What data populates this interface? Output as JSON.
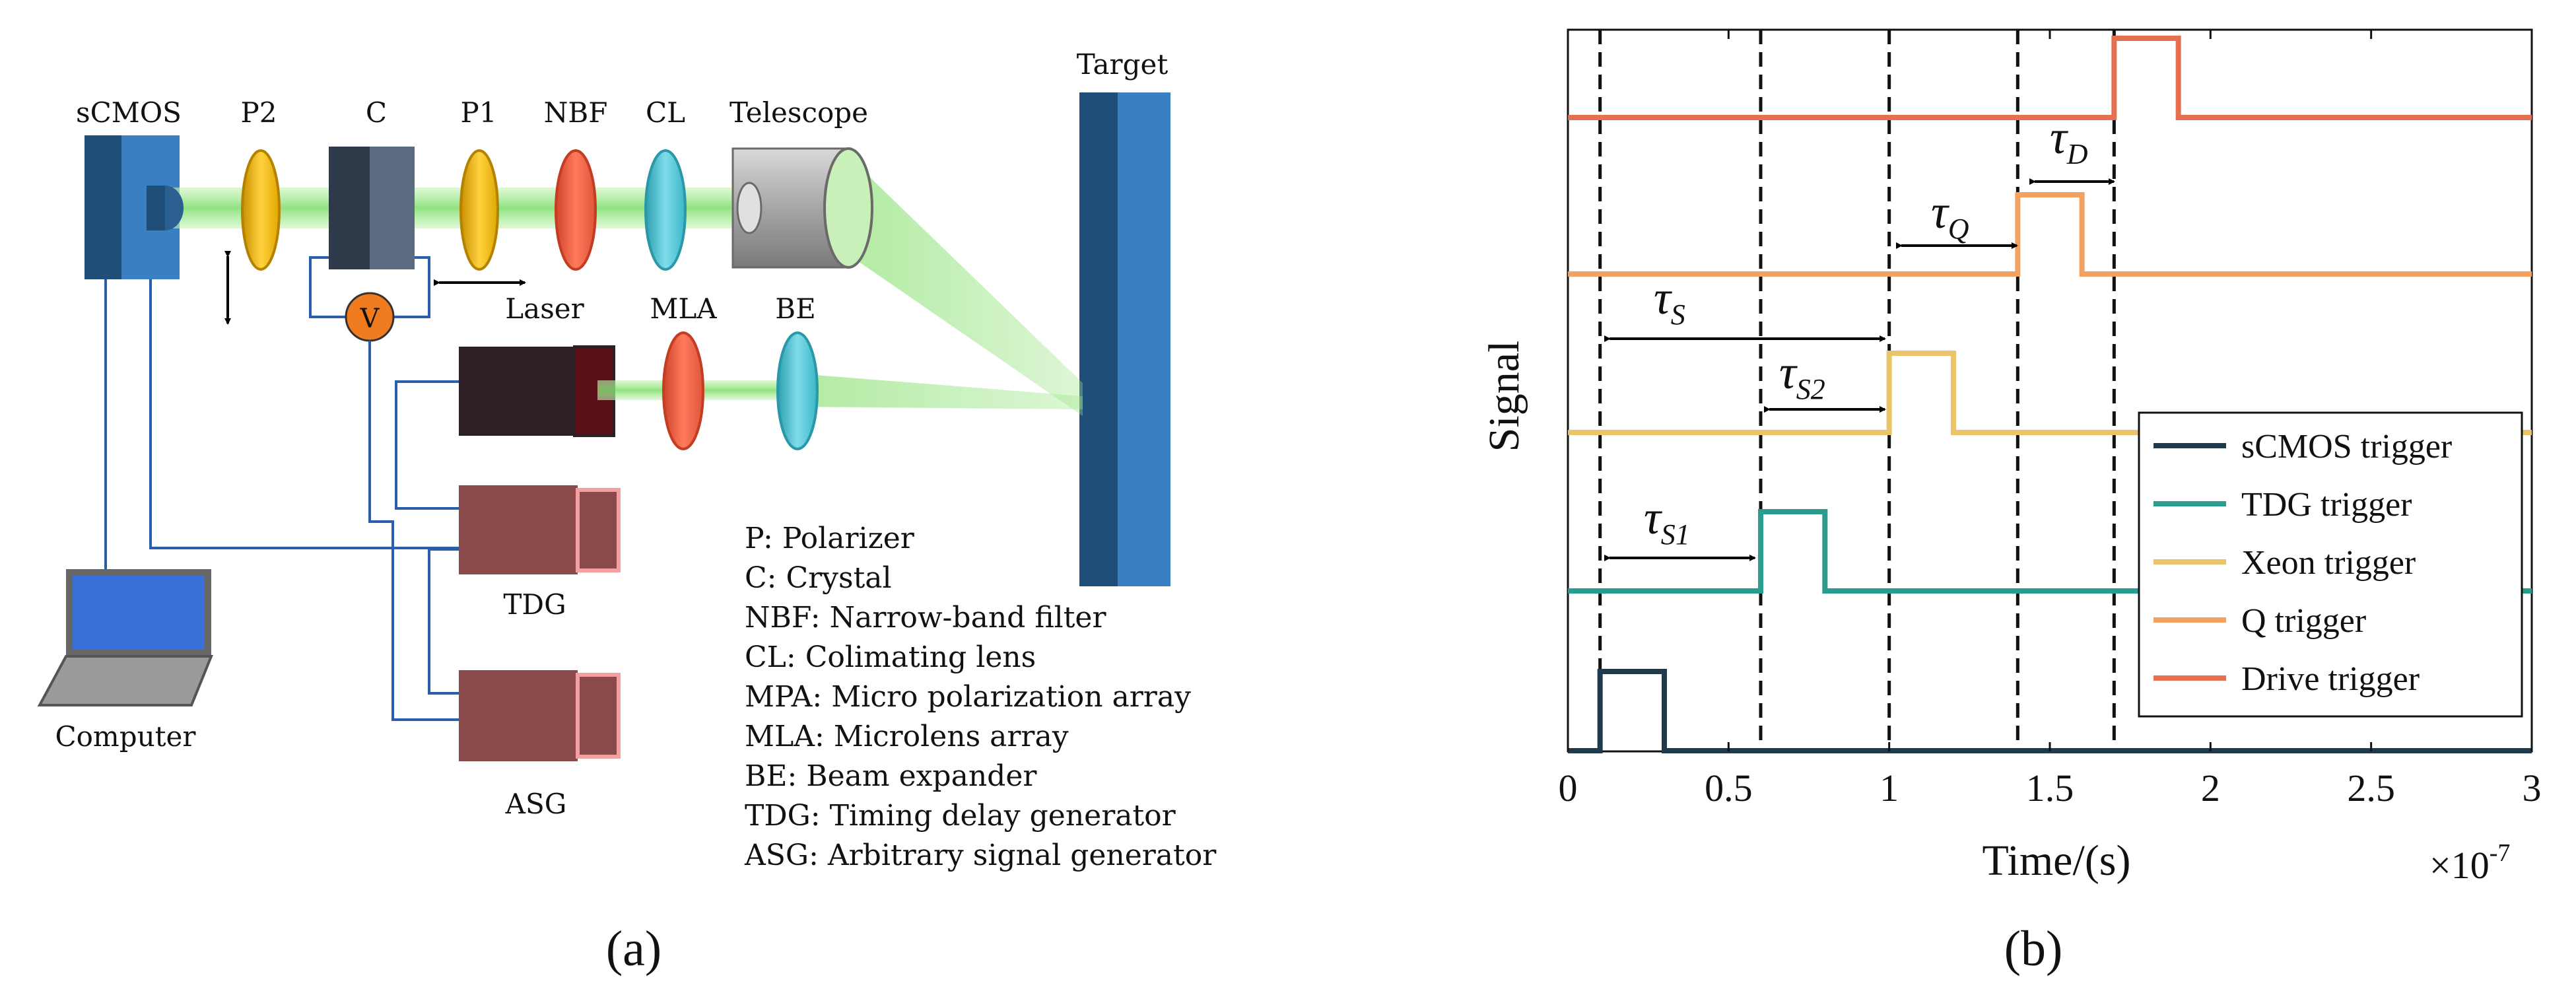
{
  "panel_a": {
    "panel_label": "(a)",
    "component_labels": {
      "scmos": "sCMOS",
      "p2": "P2",
      "c": "C",
      "p1": "P1",
      "nbf": "NBF",
      "cl": "CL",
      "telescope": "Telescope",
      "target": "Target",
      "laser": "Laser",
      "mla": "MLA",
      "be": "BE",
      "voltage": "V",
      "tdg": "TDG",
      "asg": "ASG",
      "computer": "Computer"
    },
    "legend": [
      "P: Polarizer",
      "C: Crystal",
      "NBF: Narrow-band filter",
      "CL: Colimating lens",
      "MPA: Micro polarization array",
      "MLA: Microlens array",
      "BE: Beam expander",
      "TDG: Timing delay generator",
      "ASG: Arbitrary signal generator"
    ]
  },
  "panel_b": {
    "panel_label": "(b)",
    "annotations": {
      "tau_s": "τ",
      "tau_s_sub": "S",
      "tau_s2": "τ",
      "tau_s2_sub": "S2",
      "tau_s1": "τ",
      "tau_s1_sub": "S1",
      "tau_q": "τ",
      "tau_q_sub": "Q",
      "tau_d": "τ",
      "tau_d_sub": "D"
    },
    "exponent_label": "×10",
    "exponent_power": "-7"
  },
  "chart_data": {
    "type": "line",
    "xlabel": "Time/(s)",
    "ylabel": "Signal",
    "xlim": [
      0,
      3
    ],
    "x_scale_factor": "×10^-7",
    "x_ticks": [
      "0",
      "0.5",
      "1",
      "1.5",
      "2",
      "2.5",
      "3"
    ],
    "grid": false,
    "legend_position": "bottom-right",
    "vertical_dashed_lines_x": [
      0.1,
      0.6,
      1.0,
      1.4,
      1.7
    ],
    "series": [
      {
        "name": "sCMOS trigger",
        "color": "#1f3a4d",
        "baseline": 0,
        "pulse_start": 0.1,
        "pulse_end": 0.3
      },
      {
        "name": "TDG trigger",
        "color": "#2a9d8f",
        "baseline": 1,
        "pulse_start": 0.6,
        "pulse_end": 0.8
      },
      {
        "name": "Xeon trigger",
        "color": "#e9c46a",
        "baseline": 2,
        "pulse_start": 1.0,
        "pulse_end": 1.2
      },
      {
        "name": "Q trigger",
        "color": "#f4a261",
        "baseline": 3,
        "pulse_start": 1.4,
        "pulse_end": 1.6
      },
      {
        "name": "Drive trigger",
        "color": "#e76f51",
        "baseline": 4,
        "pulse_start": 1.7,
        "pulse_end": 1.9
      }
    ]
  }
}
